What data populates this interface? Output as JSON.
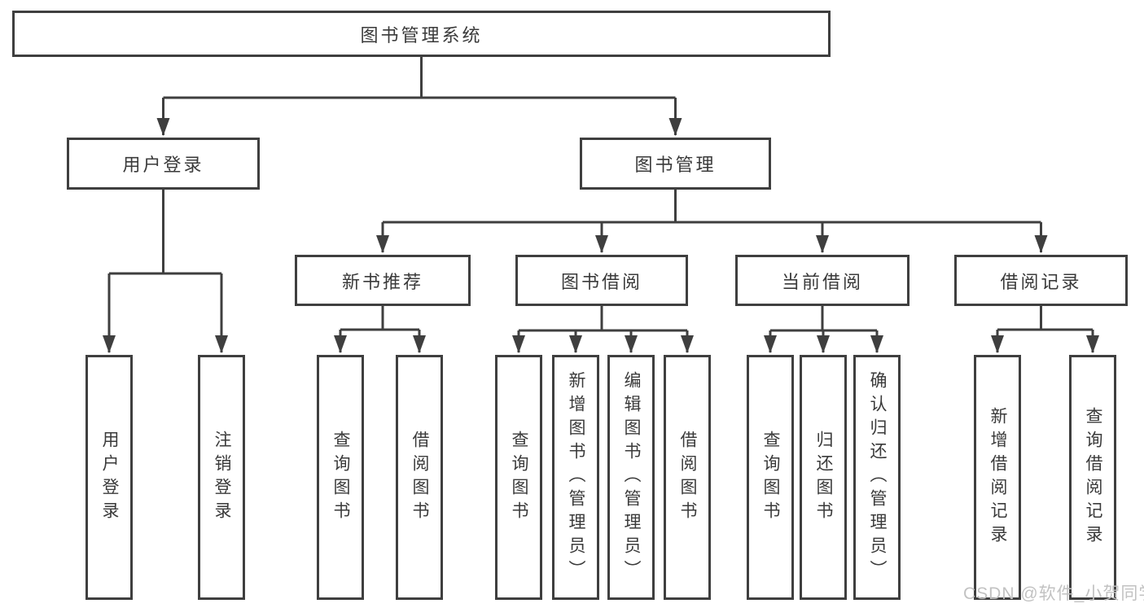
{
  "diagram": {
    "root": "图书管理系统",
    "level2": {
      "user_login": "用户登录",
      "book_management": "图书管理"
    },
    "level3": {
      "new_book_recommend": "新书推荐",
      "book_borrowing": "图书借阅",
      "current_borrowing": "当前借阅",
      "borrowing_records": "借阅记录"
    },
    "leaves": {
      "user_login": [
        "用户登录",
        "注销登录"
      ],
      "new_book_recommend": [
        "查询图书",
        "借阅图书"
      ],
      "book_borrowing": [
        "查询图书",
        "新增图书（管理员）",
        "编辑图书（管理员）",
        "借阅图书"
      ],
      "current_borrowing": [
        "查询图书",
        "归还图书",
        "确认归还（管理员）"
      ],
      "borrowing_records": [
        "新增借阅记录",
        "查询借阅记录"
      ]
    }
  },
  "watermark": "CSDN @软件_小贺同学",
  "colors": {
    "line": "#3f3f3f",
    "text": "#3a3a3a",
    "background": "#ffffff",
    "watermark": "#c2c2c2"
  }
}
